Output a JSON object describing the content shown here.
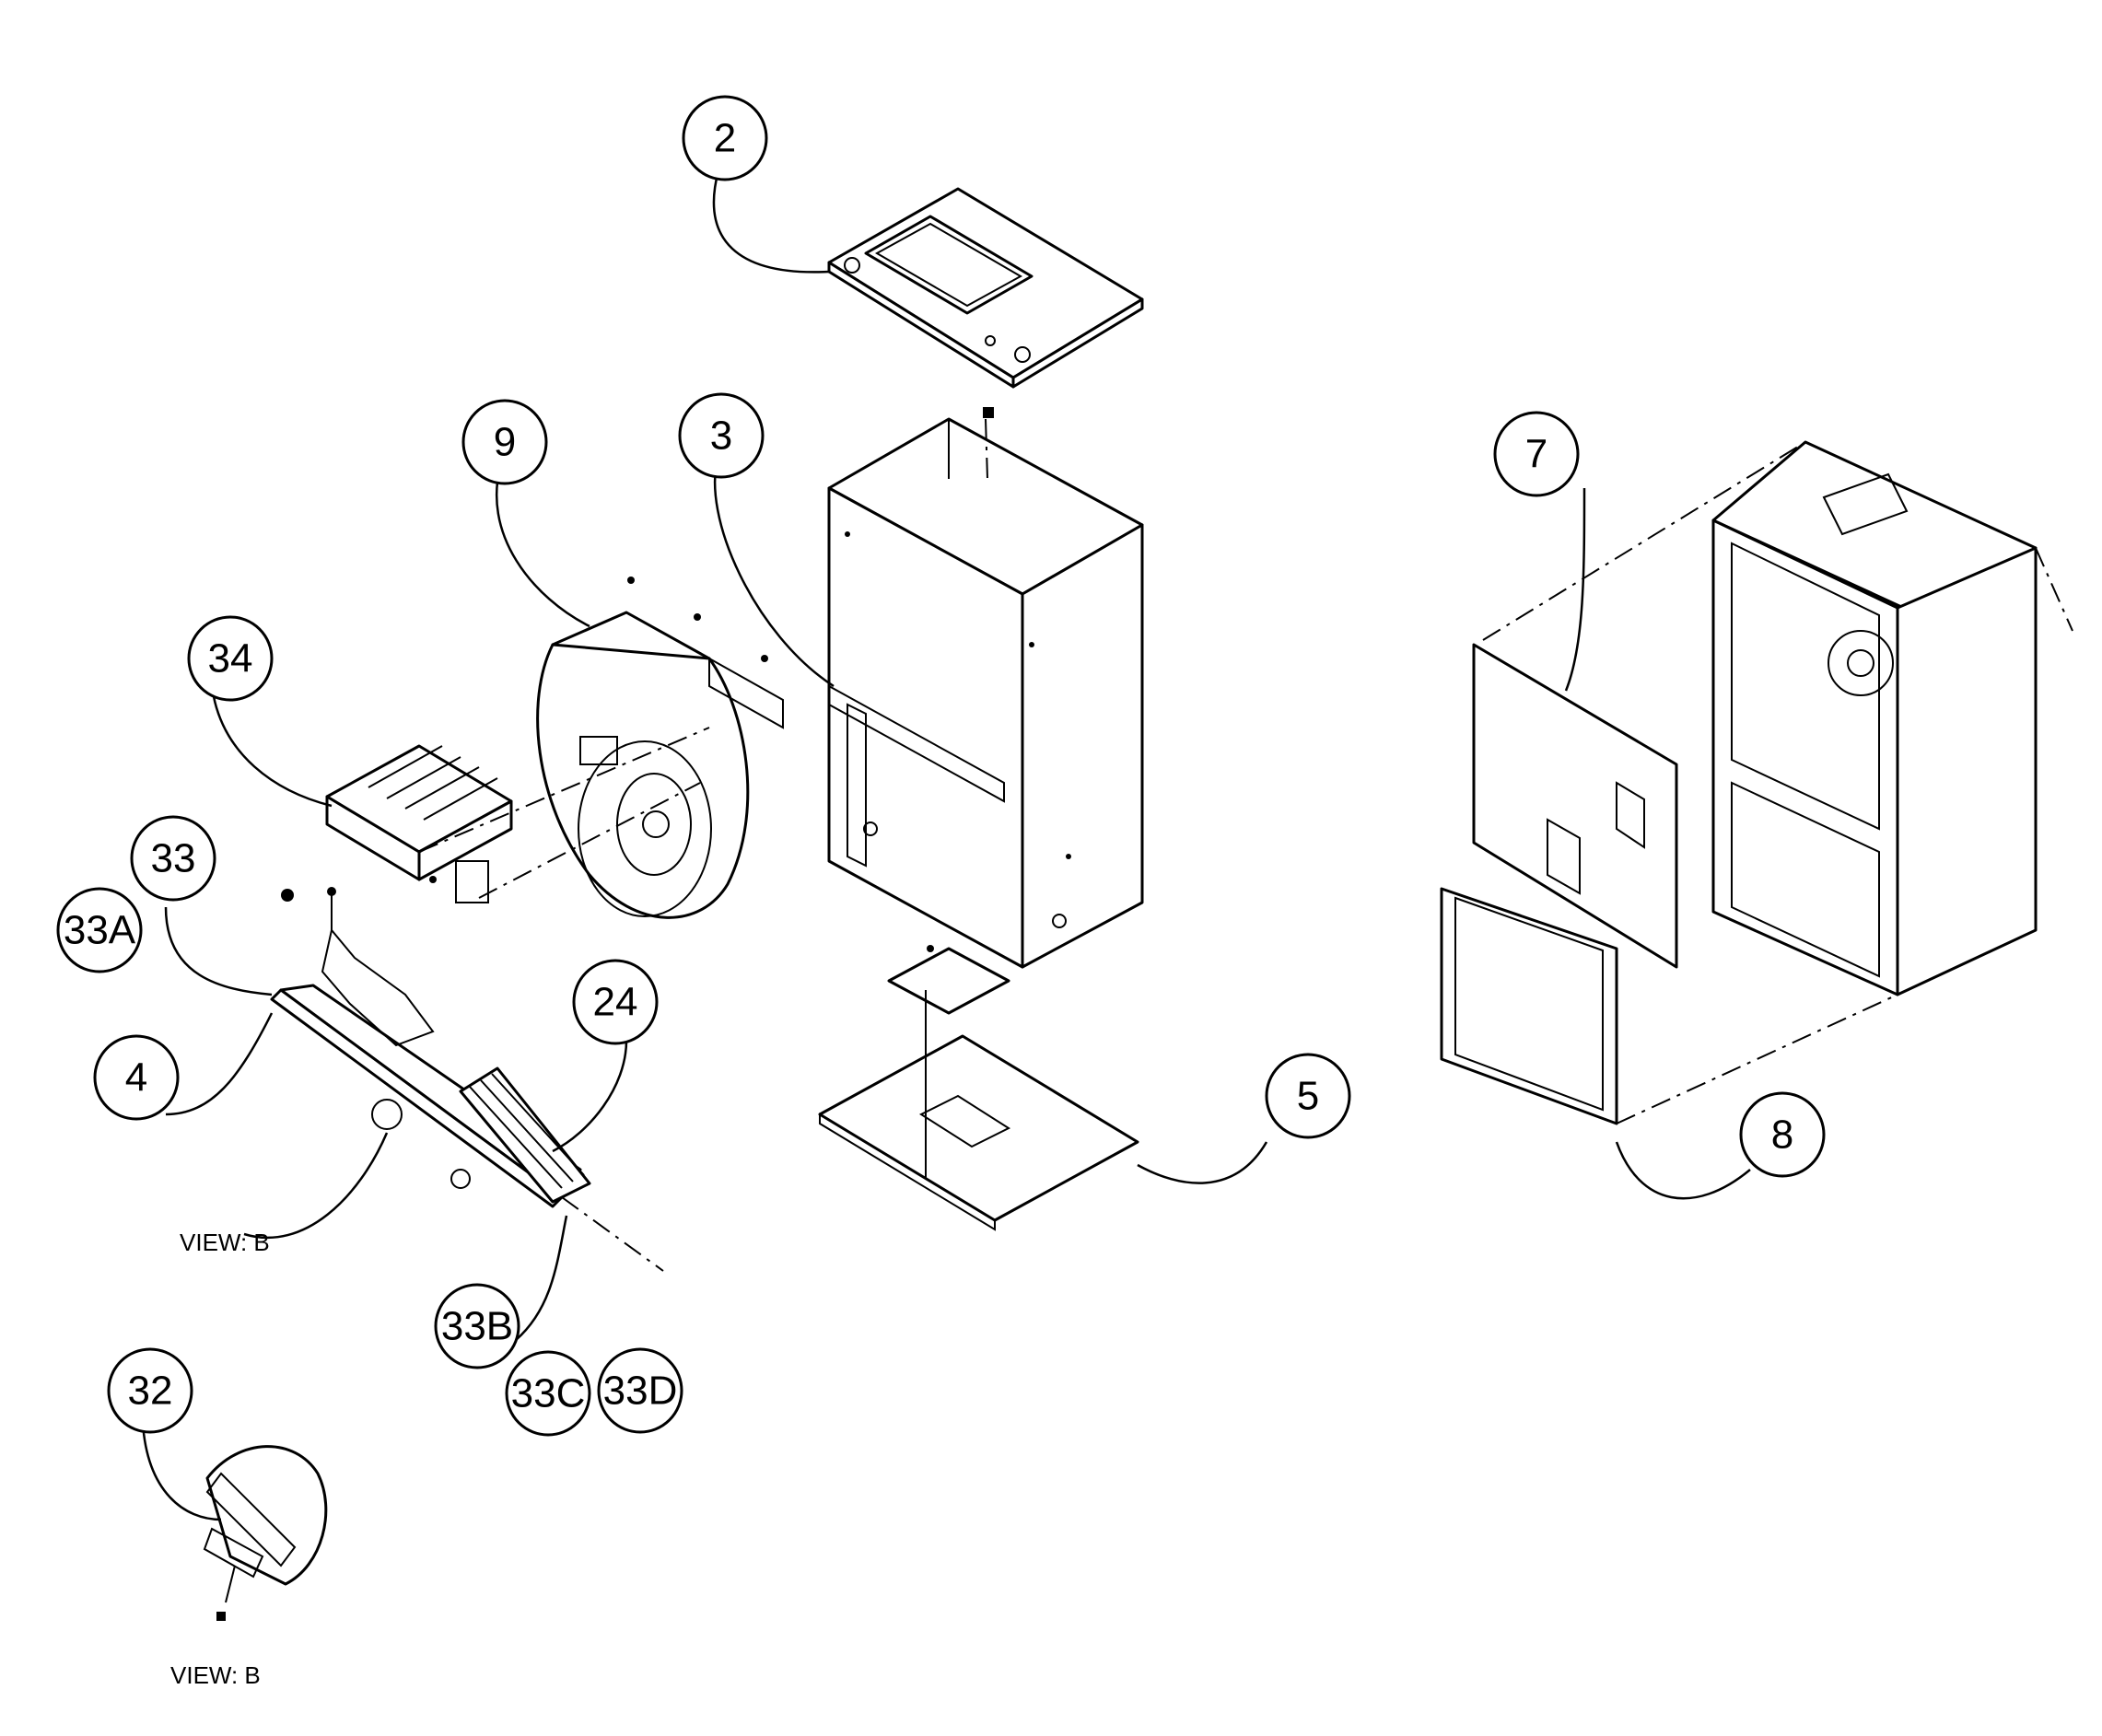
{
  "callouts": [
    {
      "id": "c2",
      "label": "2"
    },
    {
      "id": "c3",
      "label": "3"
    },
    {
      "id": "c9",
      "label": "9"
    },
    {
      "id": "c34",
      "label": "34"
    },
    {
      "id": "c33",
      "label": "33"
    },
    {
      "id": "c33a",
      "label": "33A"
    },
    {
      "id": "c4",
      "label": "4"
    },
    {
      "id": "c24",
      "label": "24"
    },
    {
      "id": "c5",
      "label": "5"
    },
    {
      "id": "c7",
      "label": "7"
    },
    {
      "id": "c8",
      "label": "8"
    },
    {
      "id": "c33b",
      "label": "33B"
    },
    {
      "id": "c33c",
      "label": "33C"
    },
    {
      "id": "c33d",
      "label": "33D"
    },
    {
      "id": "c32",
      "label": "32"
    }
  ],
  "view_labels": {
    "view_b_upper": "VIEW: B",
    "view_b_lower": "VIEW: B"
  }
}
